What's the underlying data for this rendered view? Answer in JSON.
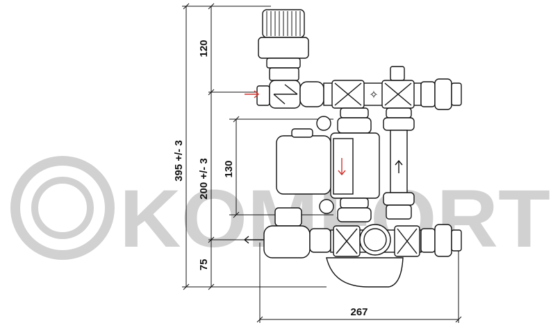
{
  "watermark": {
    "text": "KOMFORT"
  },
  "dimensions": {
    "total_height": "395 +/- 3",
    "thermostat_height": "120",
    "manifold_spacing": "200 +/- 3",
    "pump_height": "130",
    "bottom_height": "75",
    "total_width": "267"
  },
  "colors": {
    "line": "#111111",
    "flow_arrow": "#d0302a",
    "watermark": "#c9c9c9"
  }
}
